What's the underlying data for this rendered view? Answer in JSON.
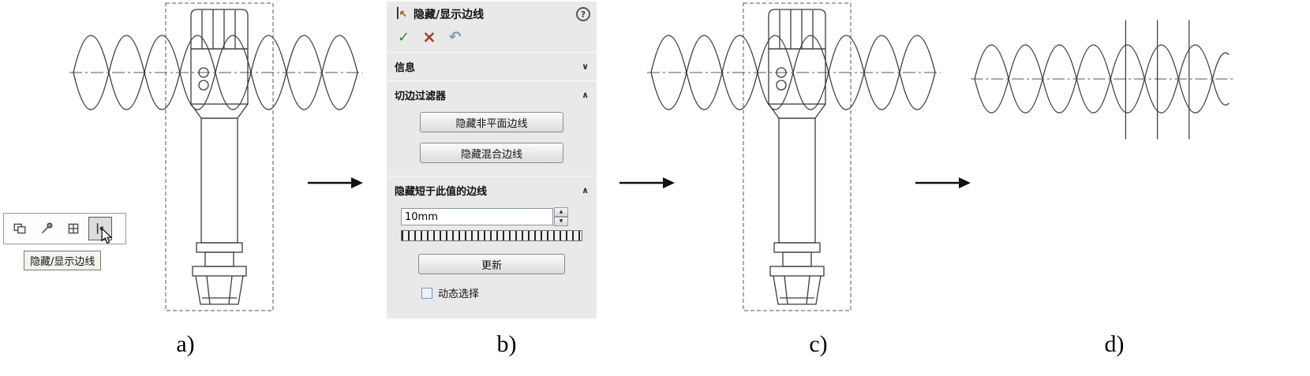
{
  "labels": {
    "a": "a)",
    "b": "b)",
    "c": "c)",
    "d": "d)"
  },
  "toolbar_a": {
    "tooltip": "隐藏/显示边线"
  },
  "property_panel": {
    "title": "隐藏/显示边线",
    "help_glyph": "?",
    "ok_glyph": "✓",
    "cancel_glyph": "×",
    "undo_glyph": "↶",
    "info_section": {
      "label": "信息",
      "chevron": "∨"
    },
    "tangent_section": {
      "label": "切边过滤器",
      "chevron": "∧",
      "hide_nonplanar_button": "隐藏非平面边线",
      "hide_blended_button": "隐藏混合边线"
    },
    "short_edge_section": {
      "label": "隐藏短于此值的边线",
      "chevron": "∧",
      "value": "10mm",
      "spinner_up": "▲",
      "spinner_down": "▼",
      "update_button": "更新",
      "dynamic_select_label": "动态选择"
    }
  }
}
